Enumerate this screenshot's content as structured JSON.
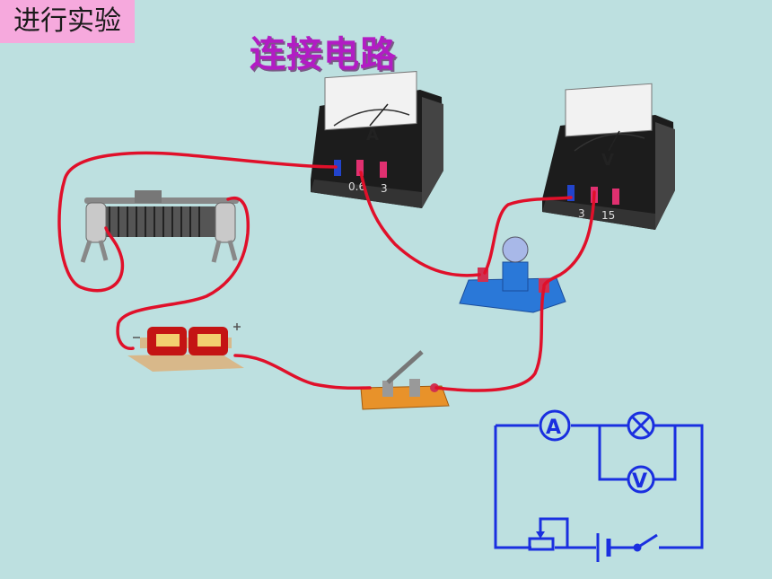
{
  "section_tag": "进行实验",
  "title": "连接电路",
  "ammeter": {
    "symbol": "A",
    "terminals": [
      "0.6",
      "3"
    ]
  },
  "voltmeter": {
    "symbol": "V",
    "terminals": [
      "3",
      "15"
    ]
  },
  "schematic": {
    "ammeter_symbol": "A",
    "voltmeter_symbol": "V"
  },
  "colors": {
    "background": "#bde0e0",
    "tag_bg": "#f6a9dd",
    "title": "#b21cc4",
    "wire": "#e0102a",
    "schematic": "#1a2fe0"
  }
}
